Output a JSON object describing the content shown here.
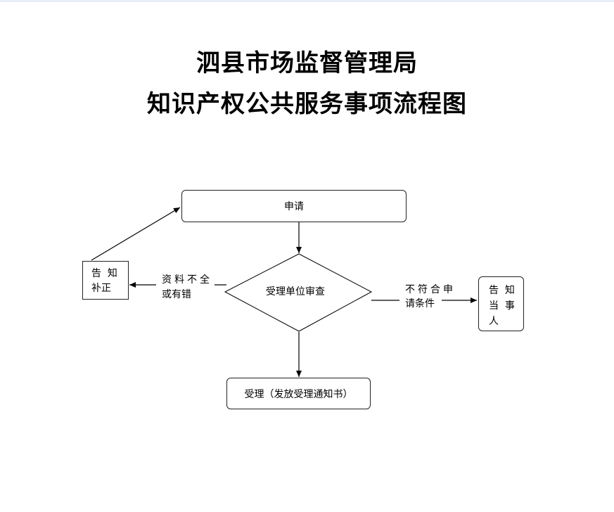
{
  "title": {
    "line1": "泗县市场监督管理局",
    "line2": "知识产权公共服务事项流程图"
  },
  "nodes": {
    "apply": "申请",
    "review": "受理单位审查",
    "accept": "受理（发放受理通知书）",
    "notify_correct": {
      "line1": "告  知",
      "line2": "补正"
    },
    "notify_party": {
      "line1": "告  知",
      "line2": "当  事",
      "line3": "人"
    }
  },
  "edges": {
    "incomplete": {
      "line1": "资料不全",
      "line2": "或有错"
    },
    "not_qualified": {
      "line1": "不符合申",
      "line2": "请条件"
    }
  }
}
